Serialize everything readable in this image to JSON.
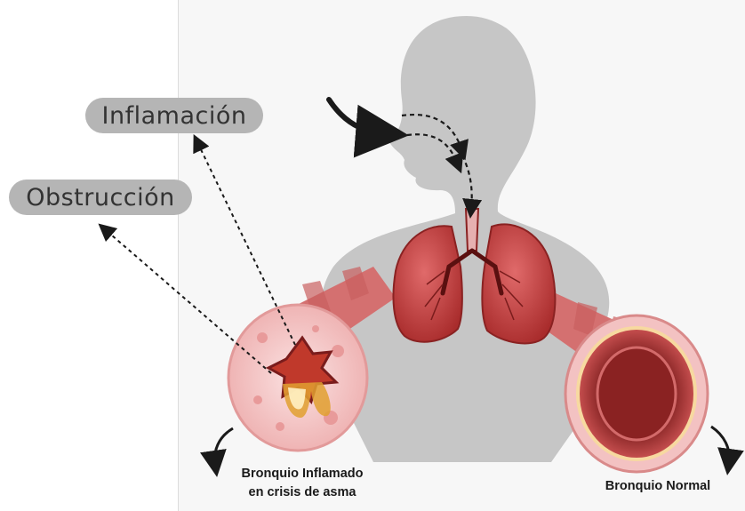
{
  "labels": {
    "inflamacion": "Inflamación",
    "obstruccion": "Obstrucción"
  },
  "captions": {
    "inflamed_line1": "Bronquio Inflamado",
    "inflamed_line2": "en crisis de asma",
    "normal": "Bronquio Normal"
  },
  "colors": {
    "silhouette": "#c6c6c6",
    "lung": "#c23a3a",
    "bronchus_wall": "#c95f5f",
    "bronchus_tissue": "#f4c7c7",
    "label_pill": "#b5b5b5",
    "arrow": "#1a1a1a"
  }
}
